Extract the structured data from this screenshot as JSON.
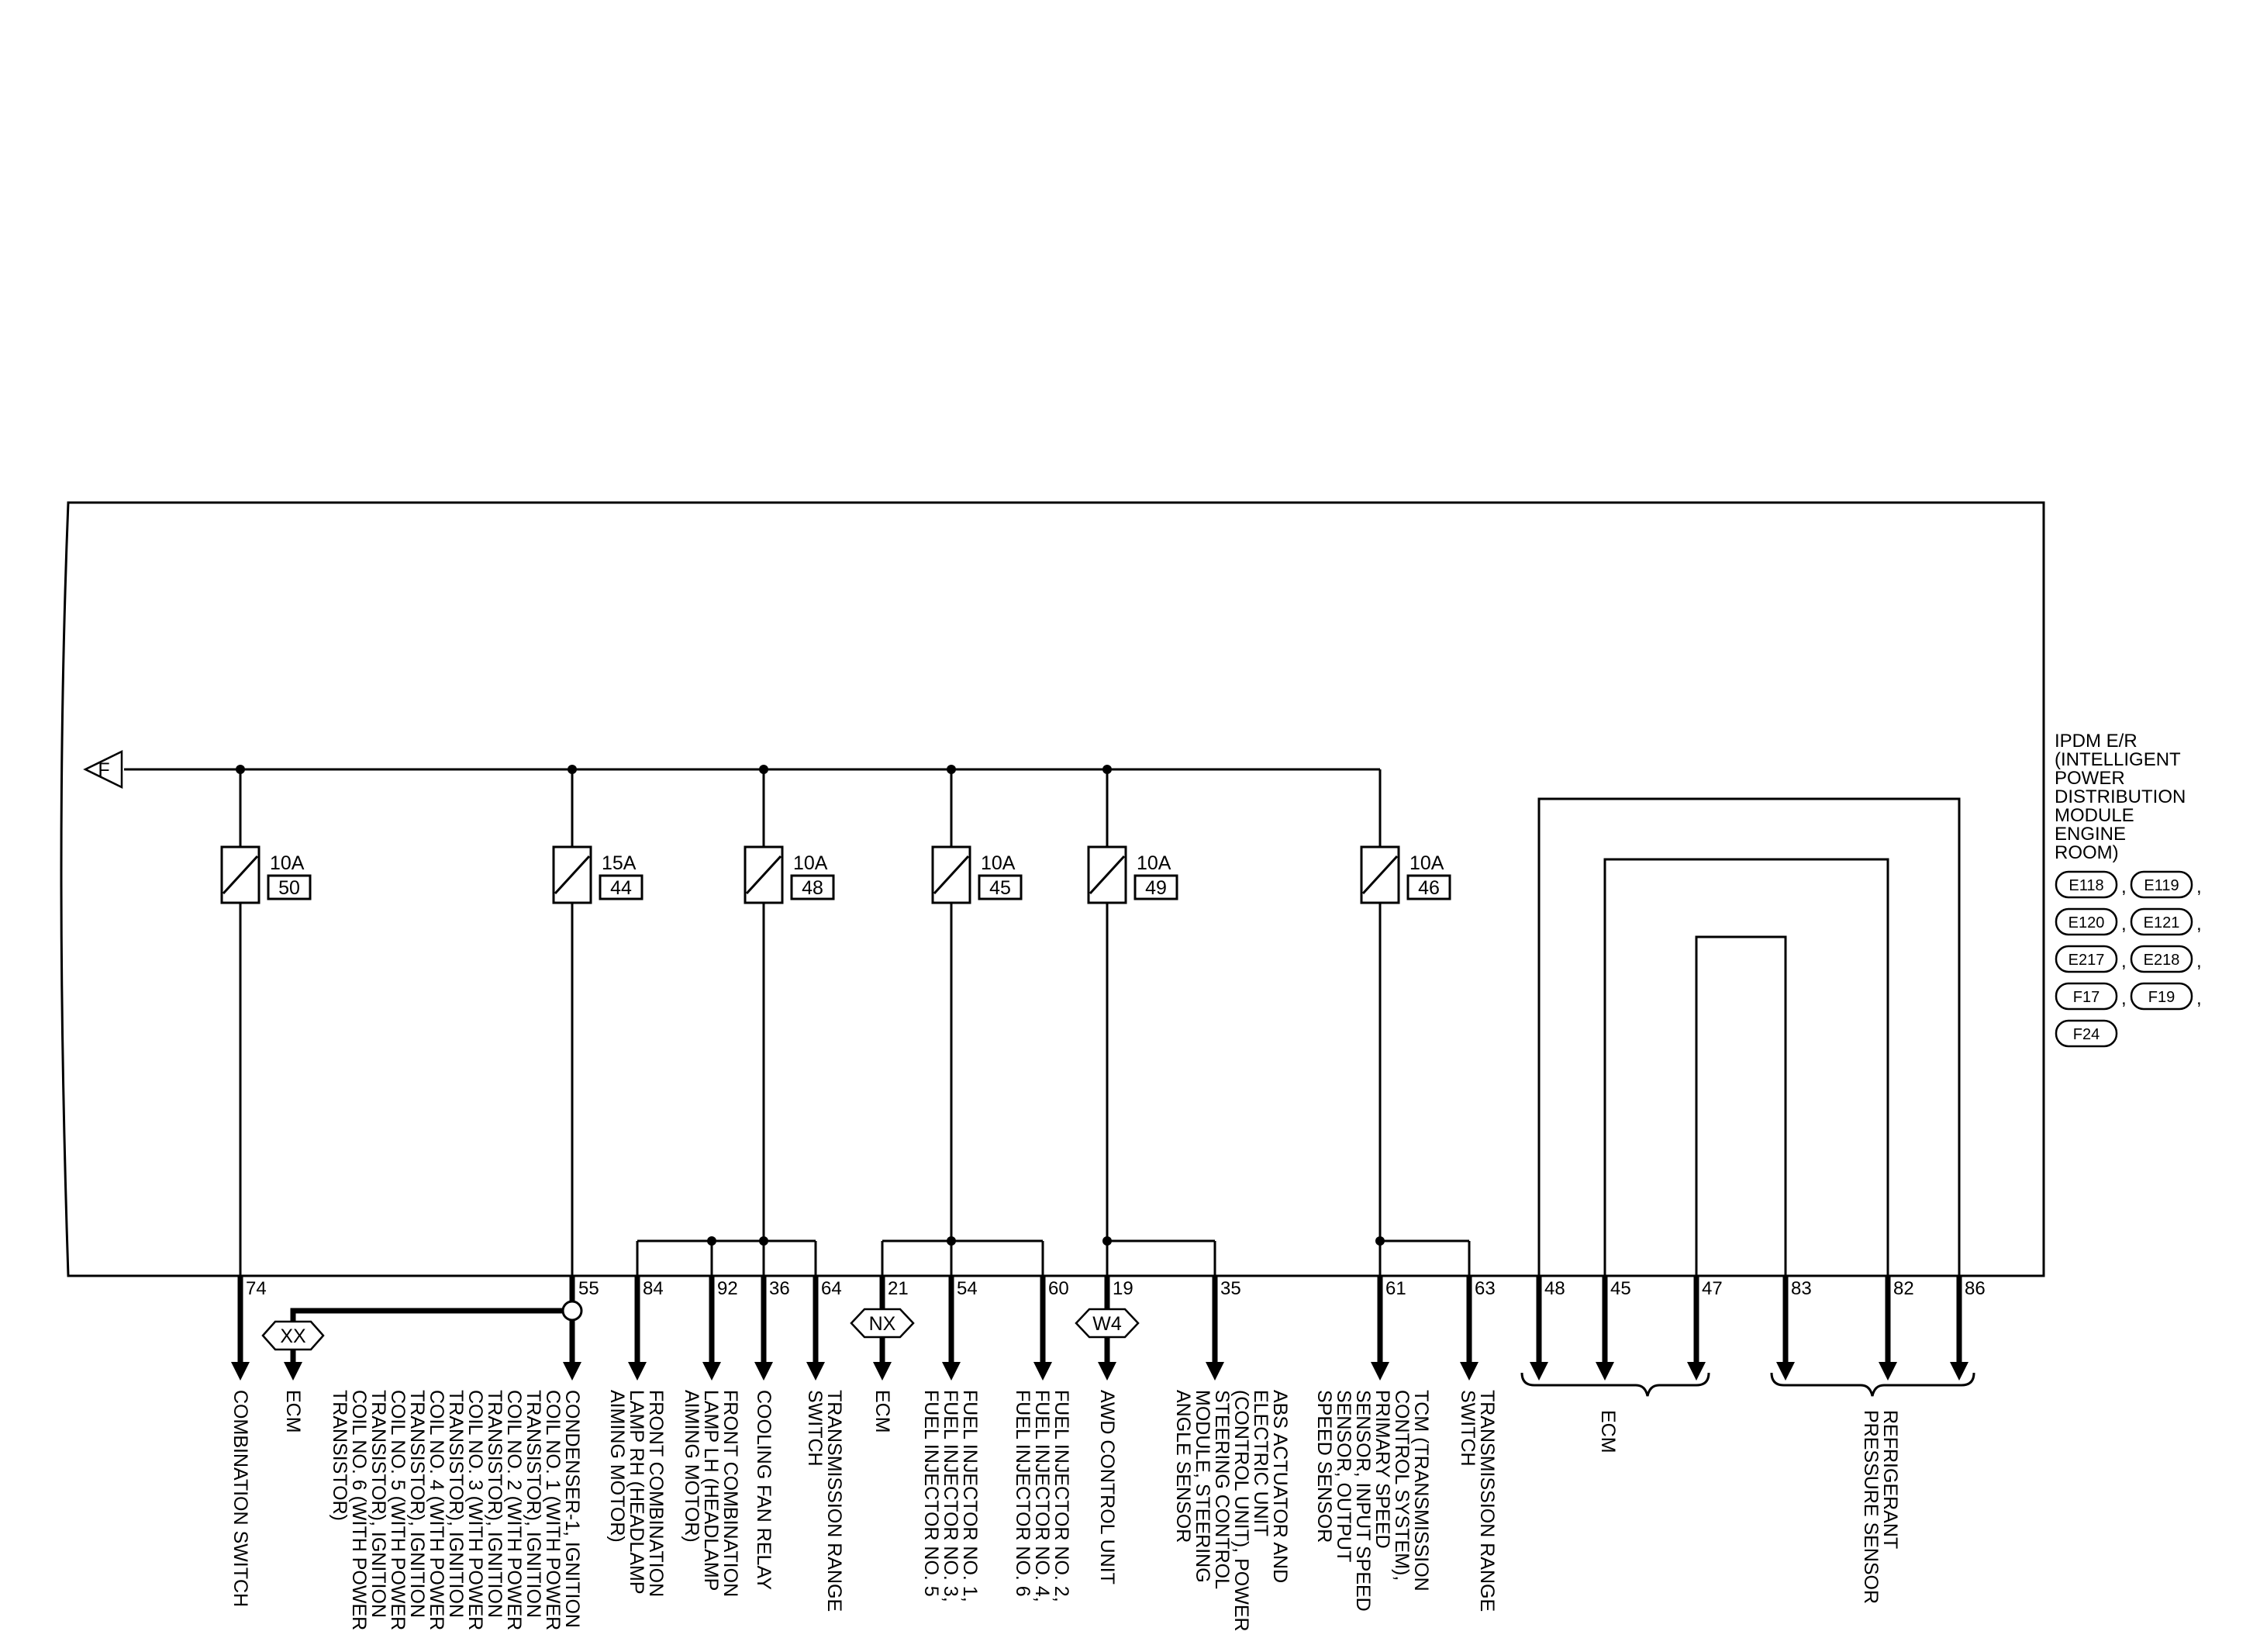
{
  "module": {
    "name_lines": [
      "IPDM E/R",
      "(INTELLIGENT",
      "POWER",
      "DISTRIBUTION",
      "MODULE",
      "ENGINE",
      "ROOM)"
    ],
    "connectors": [
      "E118",
      "E119",
      "E120",
      "E121",
      "E217",
      "E218",
      "F17",
      "F19",
      "F24"
    ]
  },
  "power_tag": "F",
  "fuses": [
    {
      "rating": "10A",
      "number": "50"
    },
    {
      "rating": "15A",
      "number": "44"
    },
    {
      "rating": "10A",
      "number": "48"
    },
    {
      "rating": "10A",
      "number": "45"
    },
    {
      "rating": "10A",
      "number": "49"
    },
    {
      "rating": "10A",
      "number": "46"
    }
  ],
  "pins": [
    "74",
    "55",
    "84",
    "92",
    "36",
    "64",
    "21",
    "54",
    "60",
    "19",
    "35",
    "61",
    "63",
    "48",
    "45",
    "47",
    "83",
    "82",
    "86"
  ],
  "tags": [
    "XX",
    "NX",
    "W4"
  ],
  "destinations": [
    {
      "lines": [
        "COMBINATION SWITCH"
      ]
    },
    {
      "lines": [
        "ECM"
      ]
    },
    {
      "lines": [
        "CONDENSER-1, IGNITION",
        "COIL NO. 1 (WITH POWER",
        "TRANSISTOR), IGNITION",
        "COIL NO. 2 (WITH POWER",
        "TRANSISTOR), IGNITION",
        "COIL NO. 3 (WITH POWER",
        "TRANSISTOR), IGNITION",
        "COIL NO. 4 (WITH POWER",
        "TRANSISTOR), IGNITION",
        "COIL NO. 5 (WITH POWER",
        "TRANSISTOR), IGNITION",
        "COIL NO. 6 (WITH POWER",
        "TRANSISTOR)"
      ]
    },
    {
      "lines": [
        "FRONT COMBINATION",
        "LAMP RH (HEADLAMP",
        "AIMING MOTOR)"
      ]
    },
    {
      "lines": [
        "FRONT COMBINATION",
        "LAMP LH (HEADLAMP",
        "AIMING MOTOR)"
      ]
    },
    {
      "lines": [
        "COOLING FAN RELAY"
      ]
    },
    {
      "lines": [
        "TRANSMISSION RANGE",
        "SWITCH"
      ]
    },
    {
      "lines": [
        "ECM"
      ]
    },
    {
      "lines": [
        "FUEL INJECTOR NO. 1,",
        "FUEL INJECTOR NO. 3,",
        "FUEL INJECTOR NO. 5"
      ]
    },
    {
      "lines": [
        "FUEL INJECTOR NO. 2,",
        "FUEL INJECTOR NO. 4,",
        "FUEL INJECTOR NO. 6"
      ]
    },
    {
      "lines": [
        "AWD CONTROL UNIT"
      ]
    },
    {
      "lines": [
        "ABS ACTUATOR AND",
        "ELECTRIC UNIT",
        "(CONTROL UNIT), POWER",
        "STEERING CONTROL",
        "MODULE, STEERING",
        "ANGLE SENSOR"
      ]
    },
    {
      "lines": [
        "TCM (TRANSMISSION",
        "CONTROL SYSTEM),",
        "PRIMARY SPEED",
        "SENSOR, INPUT SPEED",
        "SENSOR, OUTPUT",
        "SPEED SENSOR"
      ]
    },
    {
      "lines": [
        "TRANSMISSION RANGE",
        "SWITCH"
      ]
    },
    {
      "lines": [
        "ECM"
      ]
    },
    {
      "lines": [
        "REFRIGERANT",
        "PRESSURE SENSOR"
      ]
    }
  ]
}
